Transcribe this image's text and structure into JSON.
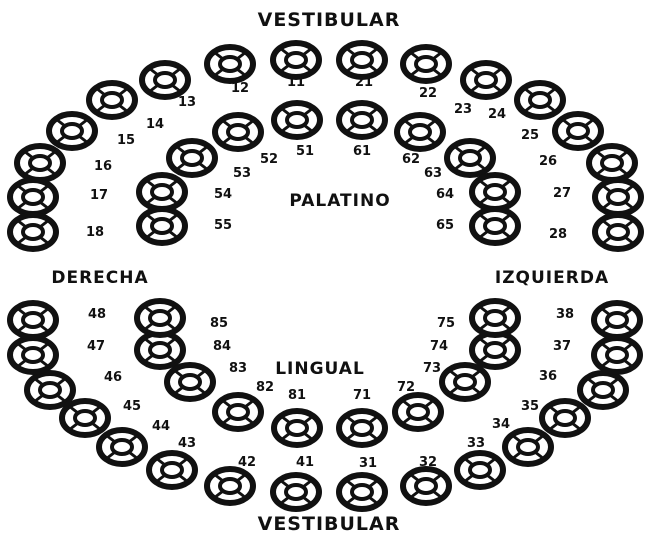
{
  "labels": {
    "vestibular_top": "VESTIBULAR",
    "vestibular_bottom": "VESTIBULAR",
    "palatino": "PALATINO",
    "lingual": "LINGUAL",
    "derecha": "DERECHA",
    "izquierda": "IZQUIERDA"
  },
  "colors": {
    "ink": "#111111",
    "paper": "#ffffff"
  },
  "quadrants": {
    "upper_right_permanent": [
      "11",
      "12",
      "13",
      "14",
      "15",
      "16",
      "17",
      "18"
    ],
    "upper_left_permanent": [
      "21",
      "22",
      "23",
      "24",
      "25",
      "26",
      "27",
      "28"
    ],
    "lower_left_permanent": [
      "31",
      "32",
      "33",
      "34",
      "35",
      "36",
      "37",
      "38"
    ],
    "lower_right_permanent": [
      "41",
      "42",
      "43",
      "44",
      "45",
      "46",
      "47",
      "48"
    ],
    "upper_right_primary": [
      "51",
      "52",
      "53",
      "54",
      "55"
    ],
    "upper_left_primary": [
      "61",
      "62",
      "63",
      "64",
      "65"
    ],
    "lower_left_primary": [
      "71",
      "72",
      "73",
      "74",
      "75"
    ],
    "lower_right_primary": [
      "81",
      "82",
      "83",
      "84",
      "85"
    ]
  }
}
